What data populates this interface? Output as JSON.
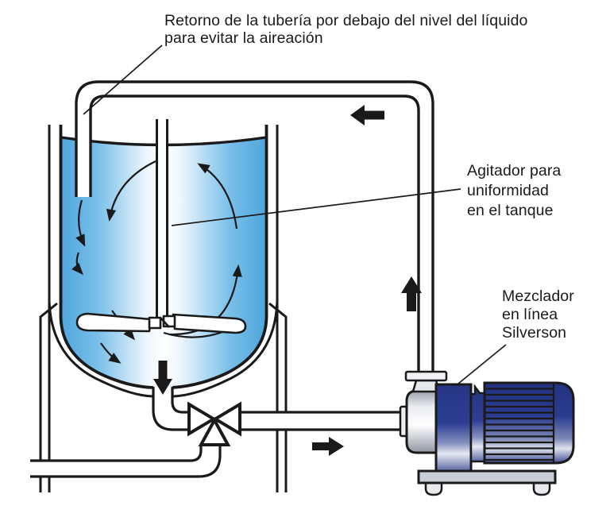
{
  "labels": {
    "return_pipe": {
      "line1": "Retorno de la tubería por debajo del nivel del líquido",
      "line2": "para evitar la aireación"
    },
    "agitator": {
      "line1": "Agitador para",
      "line2": "uniformidad",
      "line3": "en el tanque"
    },
    "inline_mixer": {
      "line1": "Mezclador",
      "line2": "en línea",
      "line3": "Silverson"
    }
  },
  "colors": {
    "line_black": "#1a1a1a",
    "liquid_edge_blue": "#55abdf",
    "liquid_center": "#ffffff",
    "motor_navy": "#2a3b90",
    "metal_light": "#d9dde6",
    "baseplate_gray": "#c9cdd6"
  }
}
